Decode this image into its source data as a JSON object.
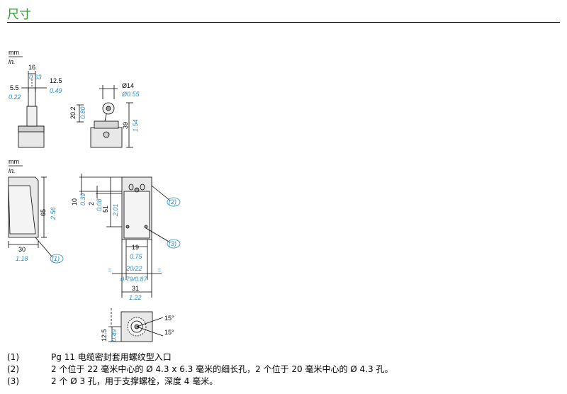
{
  "title": "尺寸",
  "colors": {
    "title": "#2e9a2e",
    "metric": "#000000",
    "imperial": "#2a8fc8"
  },
  "units": {
    "metric": "mm",
    "imperial": "in."
  },
  "dims": {
    "d16": "16",
    "d063": "0.63",
    "d55": "5.5",
    "d022": "0.22",
    "d125": "12.5",
    "d049": "0.49",
    "dia14": "Ø14",
    "dia055": "Ø0.55",
    "d202": "20.2",
    "d080": "0.80",
    "d39": "39",
    "d154": "1.54",
    "d65": "65",
    "d256": "2.56",
    "d30": "30",
    "d118": "1.18",
    "d10": "10",
    "d039": "0.39",
    "d2": "2",
    "d008": "0.08",
    "d51": "51",
    "d201": "2.01",
    "d19": "19",
    "d075": "0.75",
    "d2022": "20/22",
    "d079087": "0.79/0.87",
    "eq": "=",
    "d31": "31",
    "d122": "1.22",
    "d125b": "12.5",
    "d049b": "0.49",
    "a15a": "15°",
    "a15b": "15°"
  },
  "callouts": {
    "c1": "(1)",
    "c2": "(2)",
    "c3": "(3)"
  },
  "notes": [
    {
      "num": "(1)",
      "text": "Pg 11 电缆密封套用螺纹型入口"
    },
    {
      "num": "(2)",
      "text": "2 个位于 22 毫米中心的 Ø 4.3 x 6.3 毫米的细长孔，2 个位于 20 毫米中心的 Ø 4.3 孔。"
    },
    {
      "num": "(3)",
      "text": "2 个 Ø 3 孔，用于支撑螺栓，深度 4 毫米。"
    }
  ]
}
